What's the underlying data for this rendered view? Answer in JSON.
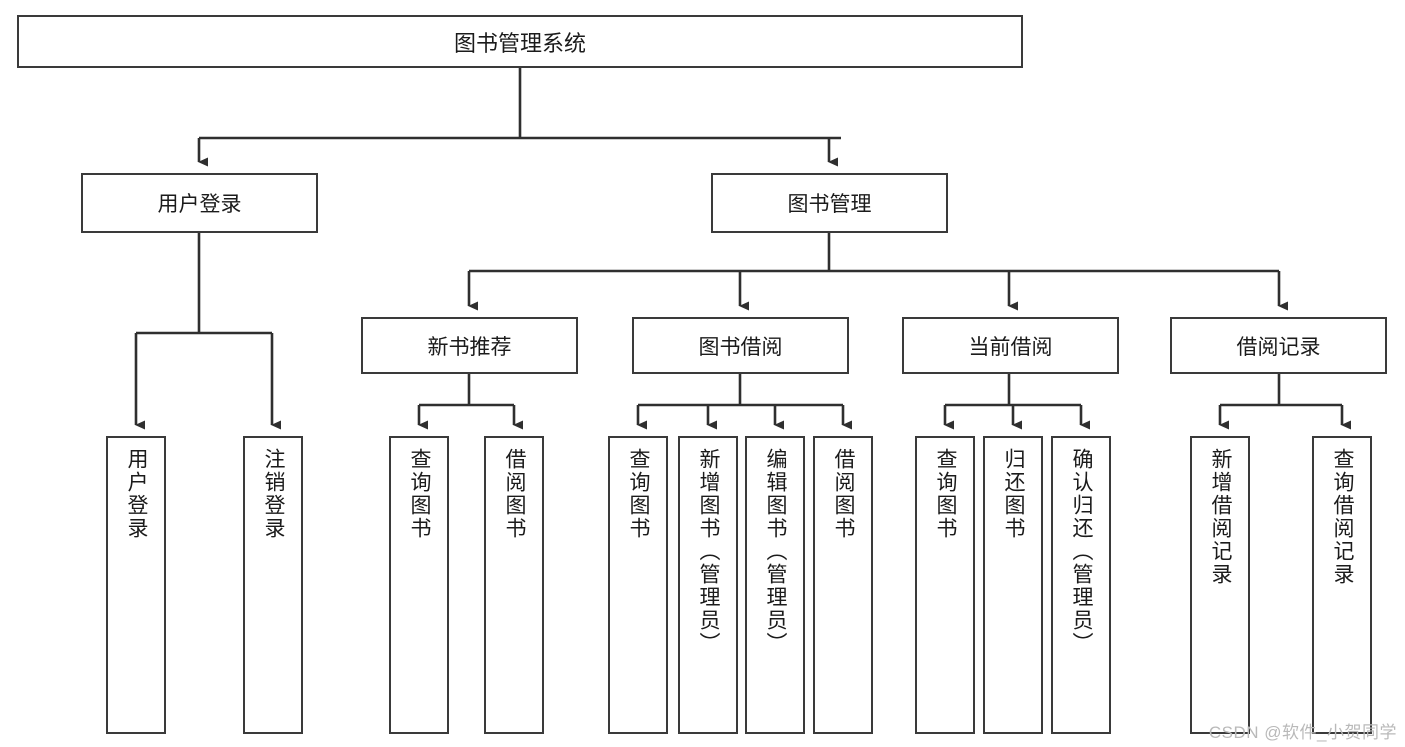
{
  "diagram": {
    "title": "图书管理系统",
    "type": "hierarchy-tree",
    "colors": {
      "box_border": "#3a3a3a",
      "box_fill": "#ffffff",
      "connector": "#2f2f2f",
      "text": "#1b1b1b",
      "watermark": "#b9b9b9"
    },
    "root": {
      "label": "图书管理系统"
    },
    "level2": [
      {
        "label": "用户登录"
      },
      {
        "label": "图书管理"
      }
    ],
    "level3": [
      {
        "label": "新书推荐"
      },
      {
        "label": "图书借阅"
      },
      {
        "label": "当前借阅"
      },
      {
        "label": "借阅记录"
      }
    ],
    "leaves": {
      "user_login": [
        {
          "label": "用户登录"
        },
        {
          "label": "注销登录"
        }
      ],
      "new_book_recommend": [
        {
          "label": "查询图书"
        },
        {
          "label": "借阅图书"
        }
      ],
      "book_borrow": [
        {
          "label": "查询图书"
        },
        {
          "label": "新增图书（管理员）"
        },
        {
          "label": "编辑图书（管理员）"
        },
        {
          "label": "借阅图书"
        }
      ],
      "current_borrow": [
        {
          "label": "查询图书"
        },
        {
          "label": "归还图书"
        },
        {
          "label": "确认归还（管理员）"
        }
      ],
      "borrow_record": [
        {
          "label": "新增借阅记录"
        },
        {
          "label": "查询借阅记录"
        }
      ]
    }
  },
  "watermark": {
    "text": "CSDN @软件_小贺同学"
  }
}
